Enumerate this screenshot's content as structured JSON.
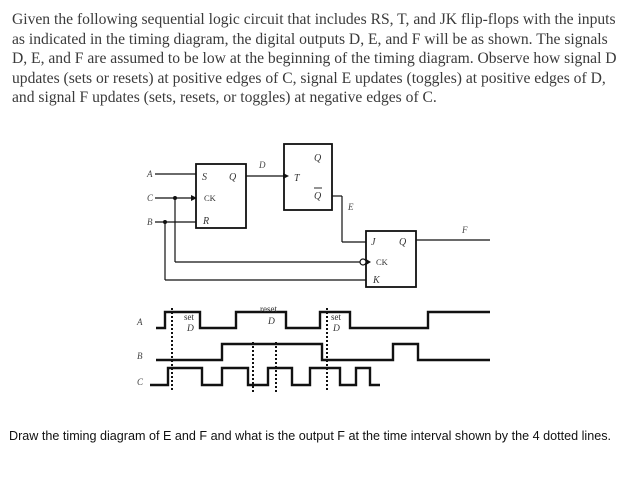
{
  "problem_text": "Given the following sequential logic circuit that includes RS, T, and JK flip-flops with the inputs as indicated in the timing diagram, the digital outputs D, E, and F will be as shown. The signals D, E, and F are assumed to be low at the beginning of the timing diagram. Observe how signal D updates (sets or resets) at positive edges of C, signal E updates (toggles) at positive edges of D, and signal F updates (sets, resets, or toggles) at negative edges of C.",
  "question_text": "Draw the timing diagram of E and F and what is the output F at the time interval shown by the 4 dotted lines.",
  "circuit": {
    "inputs": {
      "a": "A",
      "c": "C",
      "b": "B"
    },
    "rs_ff": {
      "s": "S",
      "q": "Q",
      "ck": "CK",
      "r": "R"
    },
    "t_ff": {
      "q": "Q",
      "t": "T",
      "qbar": "Q"
    },
    "jk_ff": {
      "j": "J",
      "q": "Q",
      "ck": "CK",
      "k": "K"
    },
    "wires": {
      "d": "D",
      "e": "E",
      "f": "F"
    }
  },
  "timing": {
    "labels": {
      "a": "A",
      "b": "B",
      "c": "C"
    },
    "annotations": [
      {
        "top": "set",
        "bottom": "D"
      },
      {
        "top": "reset",
        "bottom": "D"
      },
      {
        "top": "set",
        "bottom": "D"
      }
    ]
  }
}
